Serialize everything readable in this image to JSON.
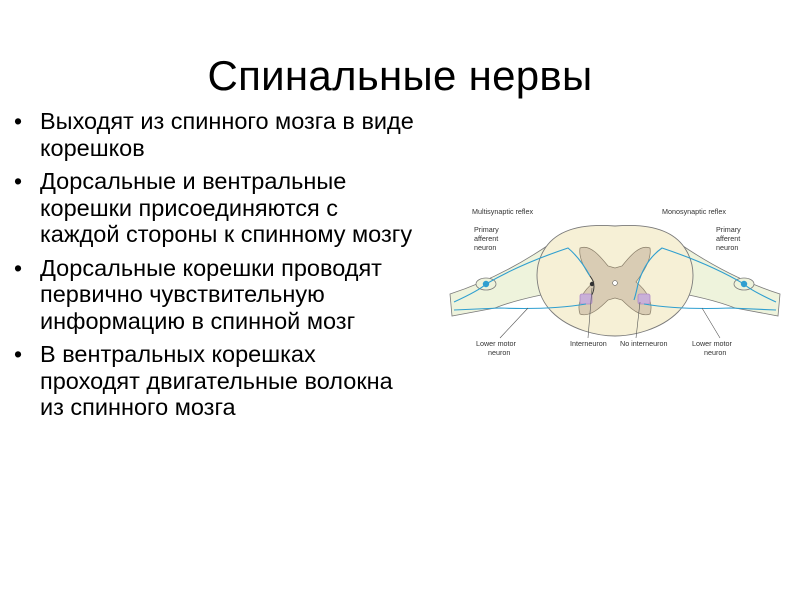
{
  "slide": {
    "title": "Спинальные нервы",
    "bullets": [
      "Выходят из спинного мозга в виде корешков",
      "Дорсальные и вентральные корешки присоединяются с каждой стороны к спинному мозгу",
      "Дорсальные корешки проводят первично чувствительную информацию в спинной мозг",
      "В вентральных корешках проходят двигательные волокна из спинного мозга"
    ]
  },
  "diagram": {
    "labels": {
      "multisynaptic": "Multisynaptic reflex",
      "monosynaptic": "Monosynaptic reflex",
      "primary_left_1": "Primary",
      "primary_left_2": "afferent",
      "primary_left_3": "neuron",
      "primary_right_1": "Primary",
      "primary_right_2": "afferent",
      "primary_right_3": "neuron",
      "lower_motor_left_1": "Lower motor",
      "lower_motor_left_2": "neuron",
      "interneuron": "Interneuron",
      "no_interneuron": "No interneuron",
      "lower_motor_right_1": "Lower motor",
      "lower_motor_right_2": "neuron"
    },
    "colors": {
      "white_matter": "#f6f0d6",
      "gray_matter": "#d9ccb4",
      "nerve_fill": "#eef3dc",
      "neuron": "#2f9fd0",
      "motor_neuron": "#b08ac6",
      "outline": "#7a7a7a"
    }
  }
}
